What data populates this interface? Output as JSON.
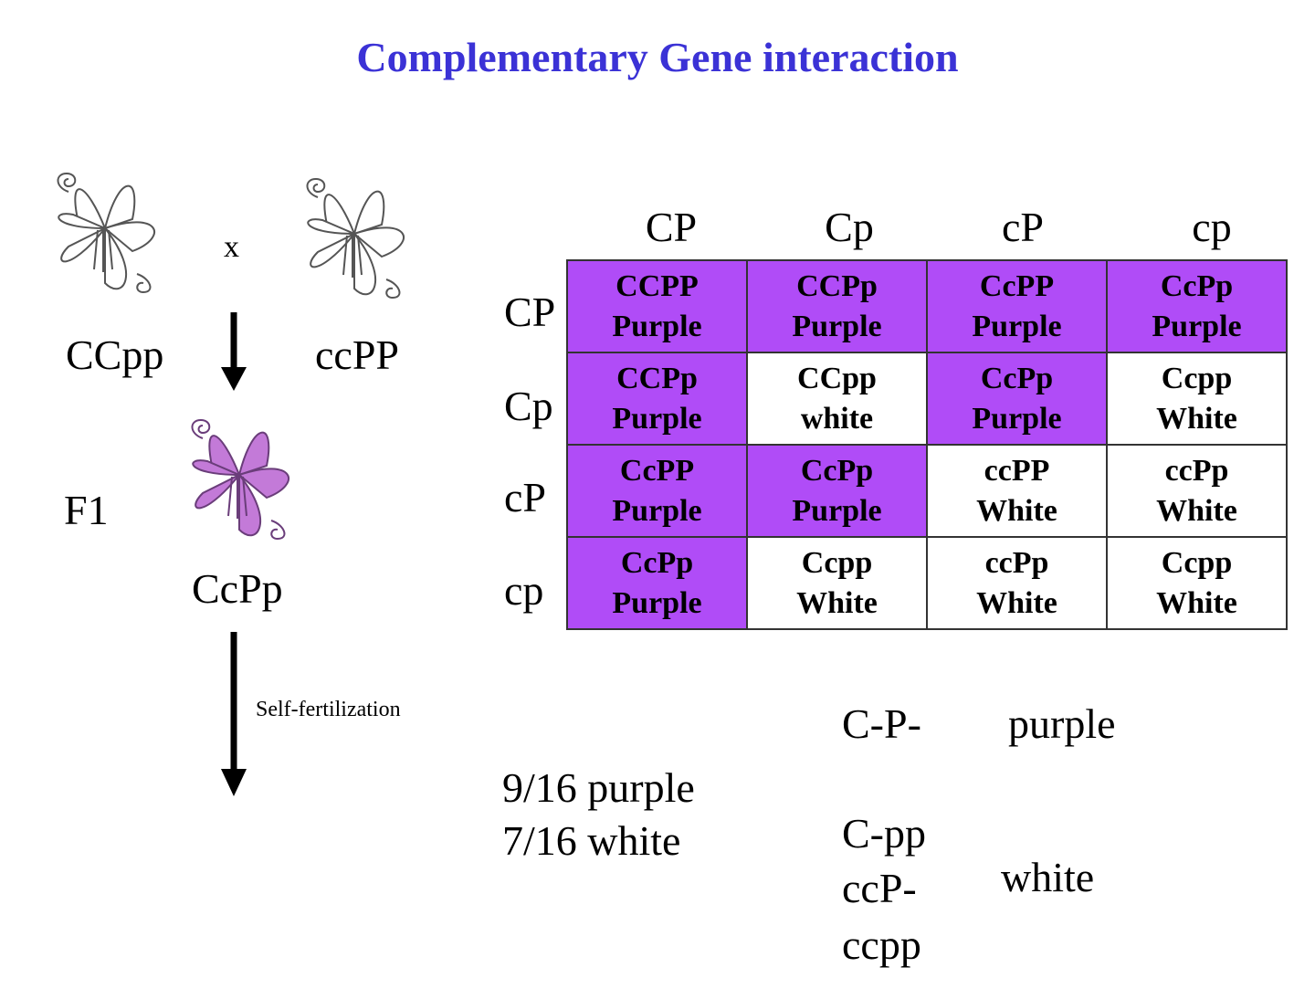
{
  "title": "Complementary Gene interaction",
  "colors": {
    "title": "#3b32d6",
    "purple_cell": "#b04cf7",
    "flower_purple": "#c37ad8"
  },
  "cross": {
    "parent1": "CCpp",
    "parent2": "ccPP",
    "cross_symbol": "x",
    "f1_label": "F1",
    "f1_genotype": "CcPp",
    "self_label": "Self-fertilization"
  },
  "punnett": {
    "col_headers": [
      "CP",
      "Cp",
      "cP",
      "cp"
    ],
    "row_headers": [
      "CP",
      "Cp",
      "cP",
      "cp"
    ],
    "rows": [
      [
        {
          "genotype": "CCPP",
          "phenotype": "Purple",
          "color": "purple"
        },
        {
          "genotype": "CCPp",
          "phenotype": "Purple",
          "color": "purple"
        },
        {
          "genotype": "CcPP",
          "phenotype": "Purple",
          "color": "purple"
        },
        {
          "genotype": "CcPp",
          "phenotype": "Purple",
          "color": "purple"
        }
      ],
      [
        {
          "genotype": "CCPp",
          "phenotype": "Purple",
          "color": "purple"
        },
        {
          "genotype": "CCpp",
          "phenotype": "white",
          "color": "white"
        },
        {
          "genotype": "CcPp",
          "phenotype": "Purple",
          "color": "purple"
        },
        {
          "genotype": "Ccpp",
          "phenotype": "White",
          "color": "white"
        }
      ],
      [
        {
          "genotype": "CcPP",
          "phenotype": "Purple",
          "color": "purple"
        },
        {
          "genotype": "CcPp",
          "phenotype": "Purple",
          "color": "purple"
        },
        {
          "genotype": "ccPP",
          "phenotype": "White",
          "color": "white"
        },
        {
          "genotype": "ccPp",
          "phenotype": "White",
          "color": "white"
        }
      ],
      [
        {
          "genotype": "CcPp",
          "phenotype": "Purple",
          "color": "purple"
        },
        {
          "genotype": "Ccpp",
          "phenotype": "White",
          "color": "white"
        },
        {
          "genotype": "ccPp",
          "phenotype": "White",
          "color": "white"
        },
        {
          "genotype": "Ccpp",
          "phenotype": "White",
          "color": "white"
        }
      ]
    ]
  },
  "ratio": {
    "purple": "9/16 purple",
    "white": "7/16 white"
  },
  "key": {
    "purple_genotype": "C-P-",
    "purple_label": "purple",
    "white_genotypes": [
      "C-pp",
      "ccP-",
      "ccpp"
    ],
    "white_label": "white"
  }
}
